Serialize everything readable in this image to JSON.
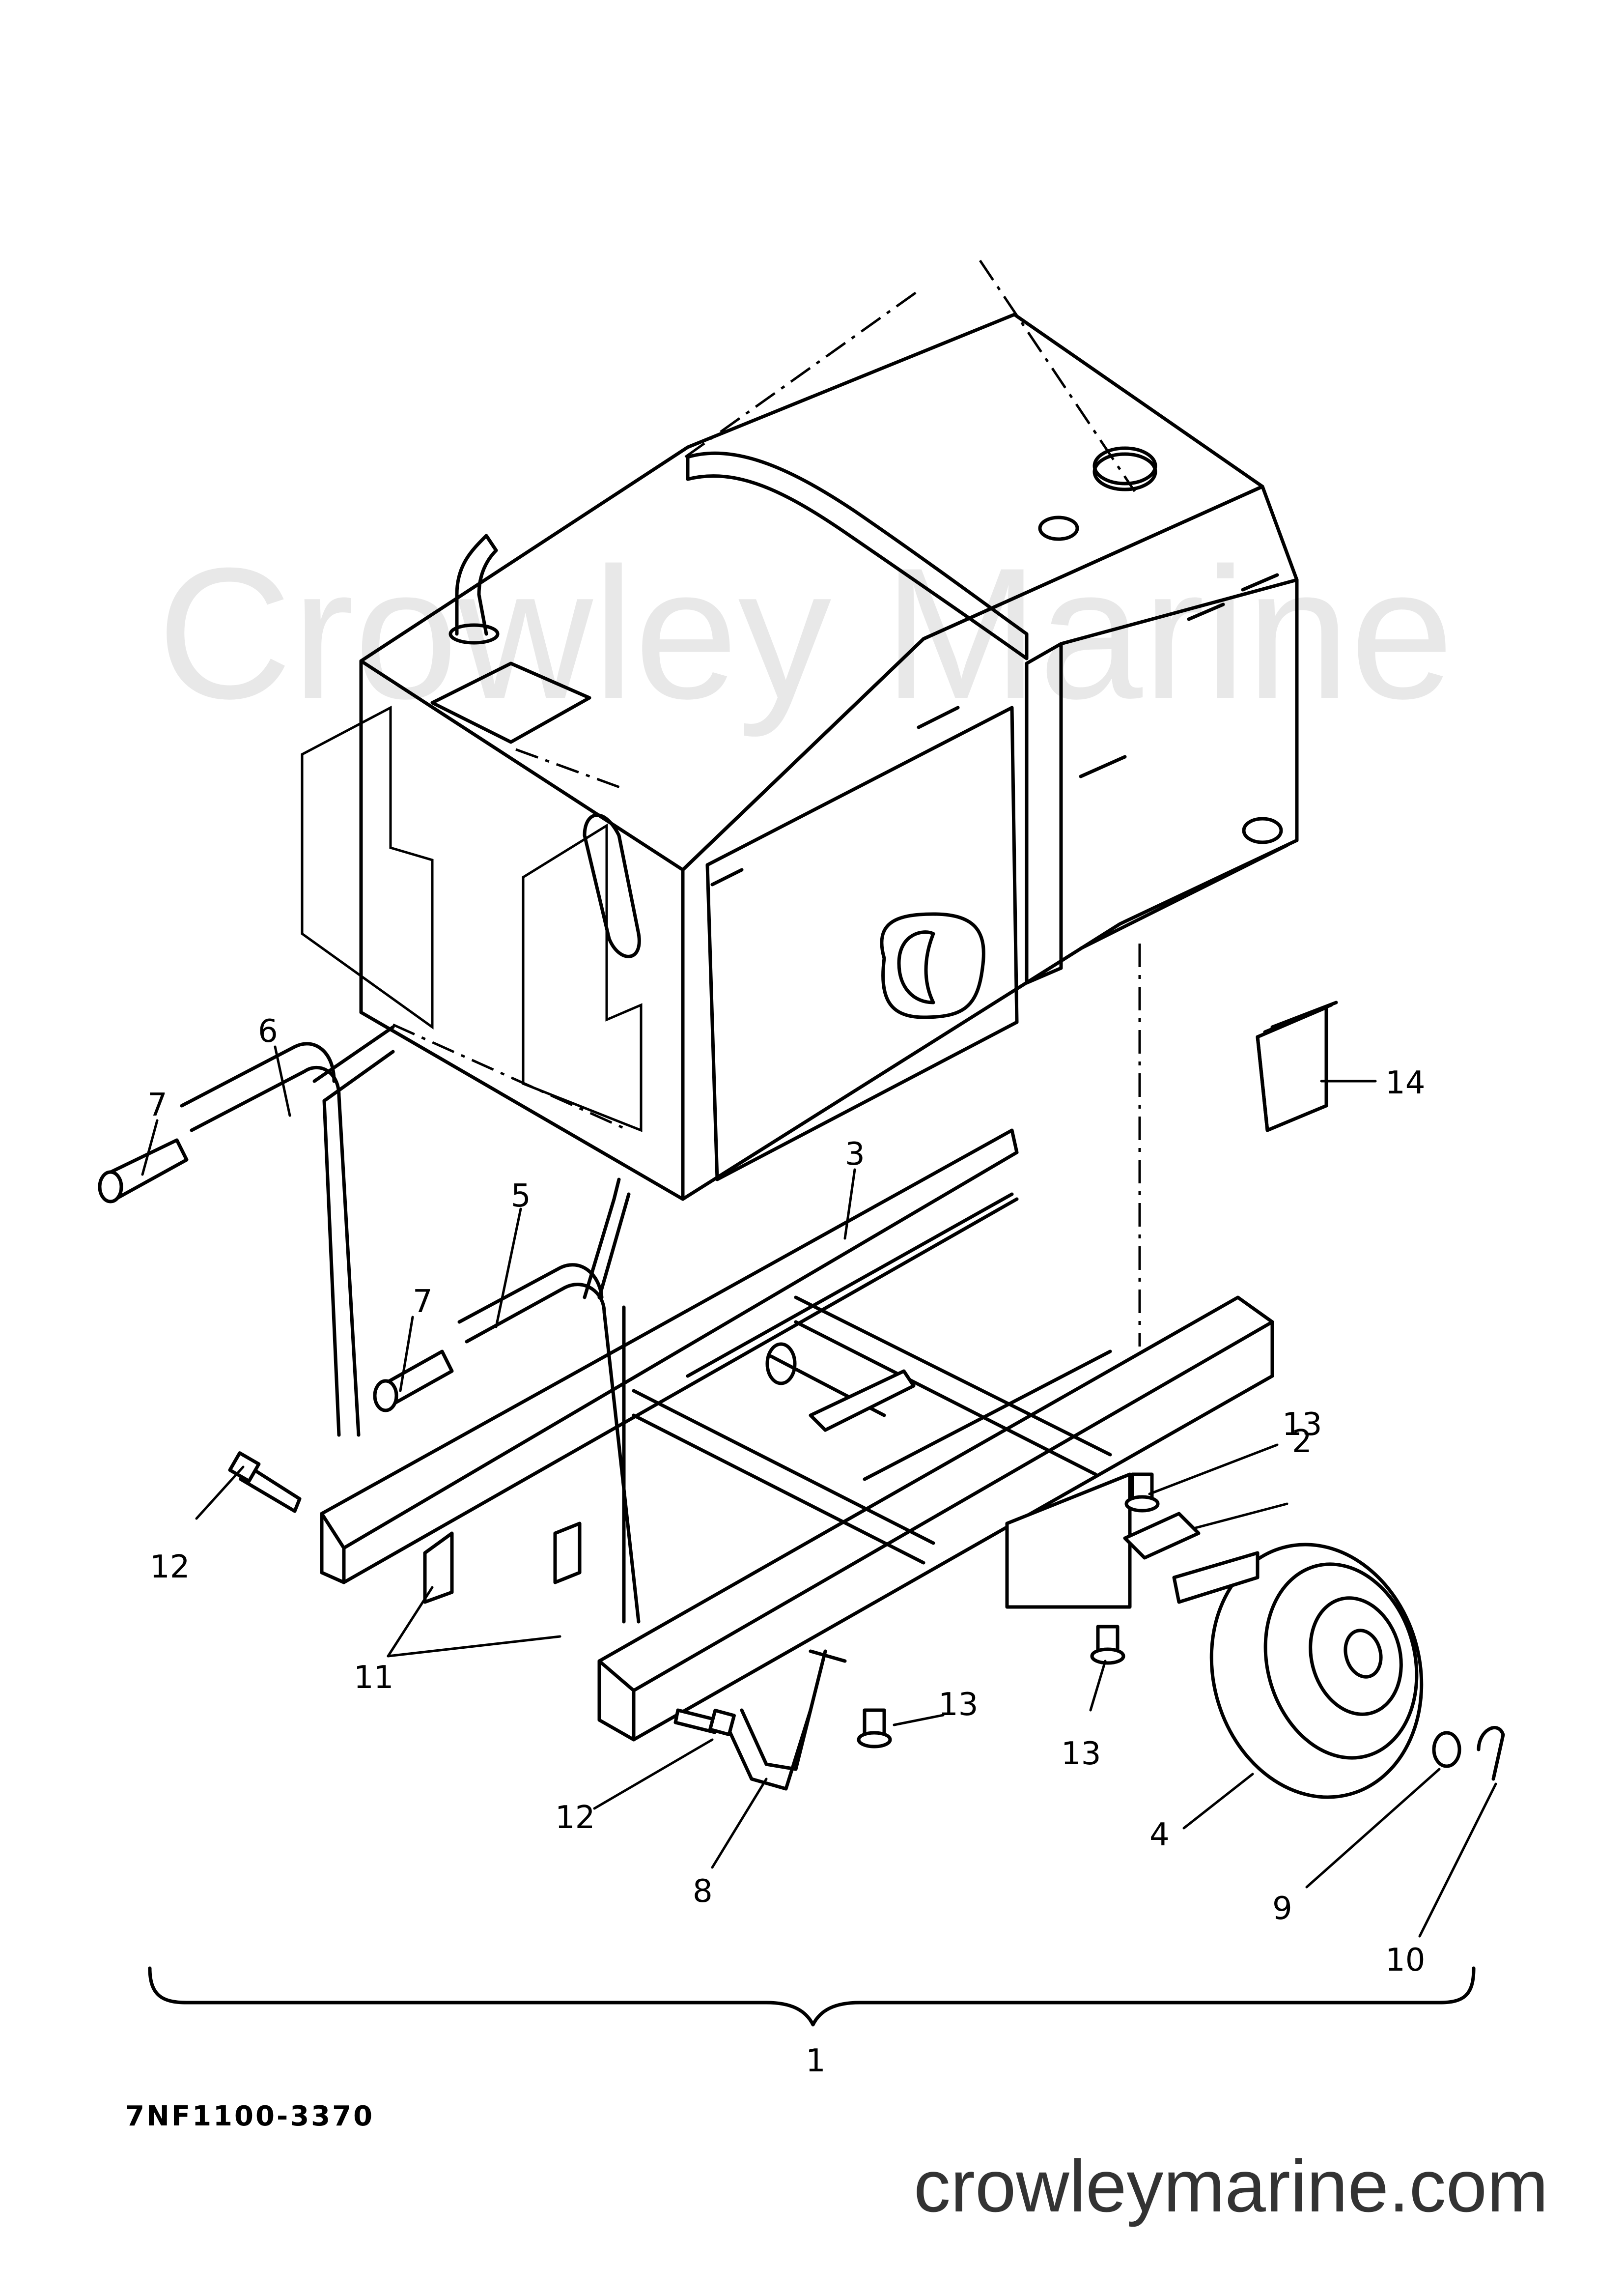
{
  "watermark": "Crowley Marine",
  "diagram_code": "7NF1100-3370",
  "footer_url": "crowleymarine.com",
  "callouts": [
    {
      "id": "c1",
      "label": "1"
    },
    {
      "id": "c2",
      "label": "2"
    },
    {
      "id": "c3",
      "label": "3"
    },
    {
      "id": "c4",
      "label": "4"
    },
    {
      "id": "c5",
      "label": "5"
    },
    {
      "id": "c6",
      "label": "6"
    },
    {
      "id": "c7a",
      "label": "7"
    },
    {
      "id": "c7b",
      "label": "7"
    },
    {
      "id": "c8",
      "label": "8"
    },
    {
      "id": "c9",
      "label": "9"
    },
    {
      "id": "c10",
      "label": "10"
    },
    {
      "id": "c11",
      "label": "11"
    },
    {
      "id": "c12a",
      "label": "12"
    },
    {
      "id": "c12b",
      "label": "12"
    },
    {
      "id": "c13a",
      "label": "13"
    },
    {
      "id": "c13b",
      "label": "13"
    },
    {
      "id": "c13c",
      "label": "13"
    },
    {
      "id": "c14",
      "label": "14"
    }
  ]
}
